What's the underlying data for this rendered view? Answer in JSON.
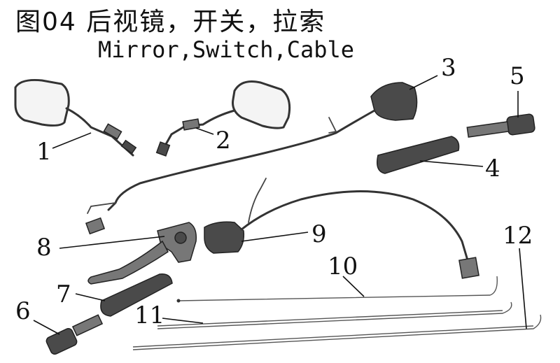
{
  "title": {
    "zh": "图04 后视镜，开关，拉索",
    "en": "Mirror,Switch,Cable"
  },
  "callouts": [
    "1",
    "2",
    "3",
    "4",
    "5",
    "6",
    "7",
    "8",
    "9",
    "10",
    "11",
    "12"
  ]
}
